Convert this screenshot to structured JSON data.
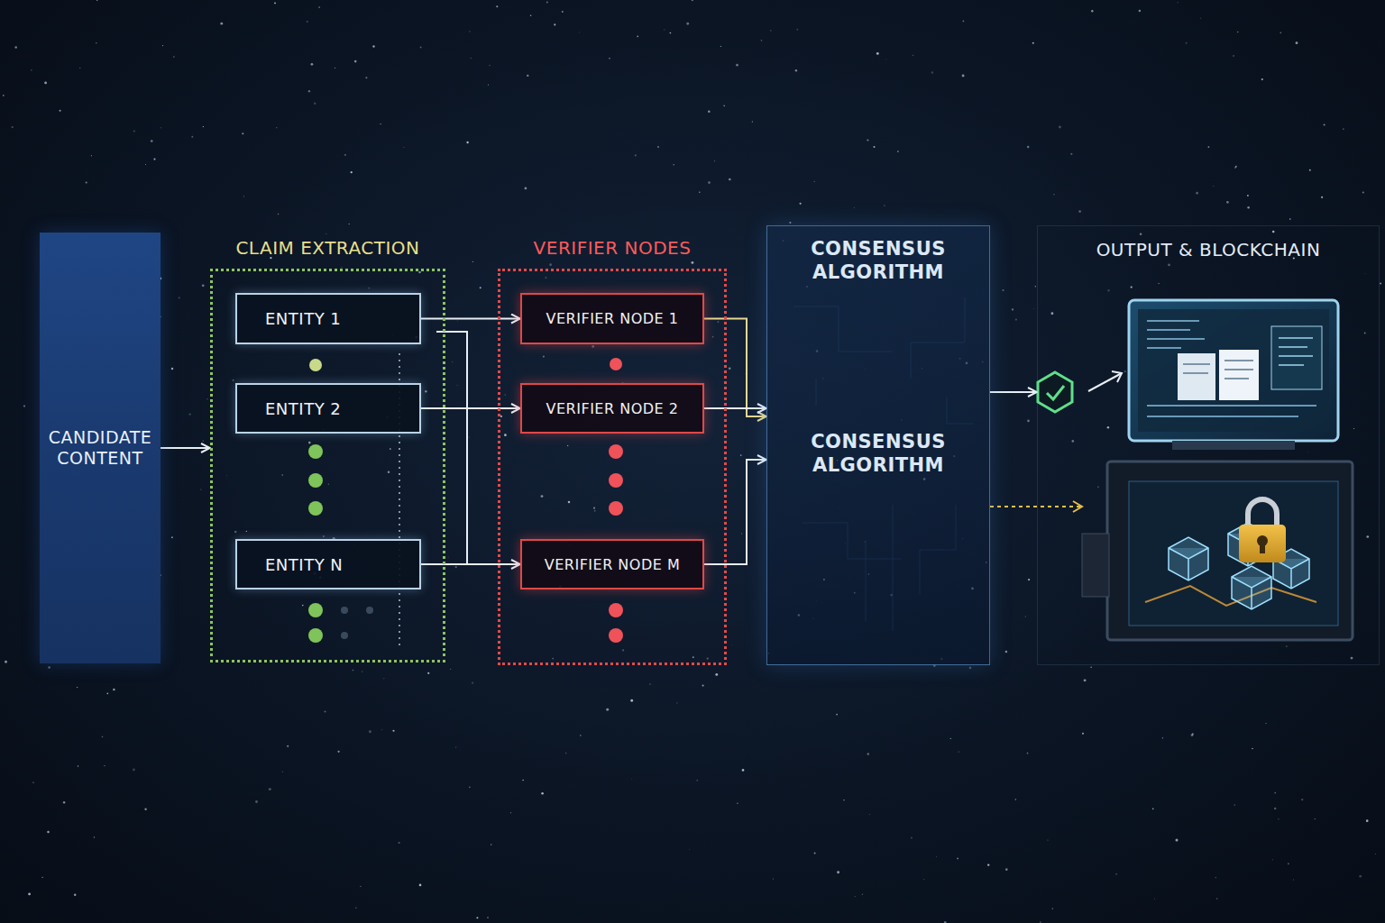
{
  "diagram": {
    "nodes": [
      {
        "text": [
          "CANDIDATE CONTENT"
        ]
      },
      {
        "text": [
          "CLAIM EXTRACTION"
        ]
      },
      {
        "text": [
          "ENTITY 1"
        ],
        "in": 1
      },
      {
        "text": [
          "ENTITY 2"
        ],
        "in": 1
      },
      {
        "text": [
          "ENTITY N"
        ],
        "in": 1
      },
      {
        "text": [
          "VERIFIER NODES"
        ]
      },
      {
        "text": [
          "VERIFIER NODE 1"
        ],
        "in": 5
      },
      {
        "text": [
          "VERIFIER NODE 2"
        ],
        "in": 5
      },
      {
        "text": [
          "VERIFIER NODE M"
        ],
        "in": 5
      },
      {
        "text": [
          "CONSENSUS ALGORITHM",
          "CONSENSUS ALGORITHM"
        ]
      },
      {
        "text": [
          "OUTPUT & BLOCKCHAIN"
        ]
      }
    ],
    "edges": [
      {
        "from": 0,
        "to": 1,
        "arrow": "to"
      },
      {
        "from": 2,
        "to": 6,
        "arrow": "to"
      },
      {
        "from": 3,
        "to": 7,
        "arrow": "to"
      },
      {
        "from": 4,
        "to": 8,
        "arrow": "to"
      },
      {
        "from": 6,
        "to": 9,
        "arrow": "to"
      },
      {
        "from": 7,
        "to": 9,
        "arrow": "to"
      },
      {
        "from": 8,
        "to": 9,
        "arrow": "to"
      },
      {
        "from": 9,
        "to": 10,
        "arrow": "to"
      }
    ]
  }
}
